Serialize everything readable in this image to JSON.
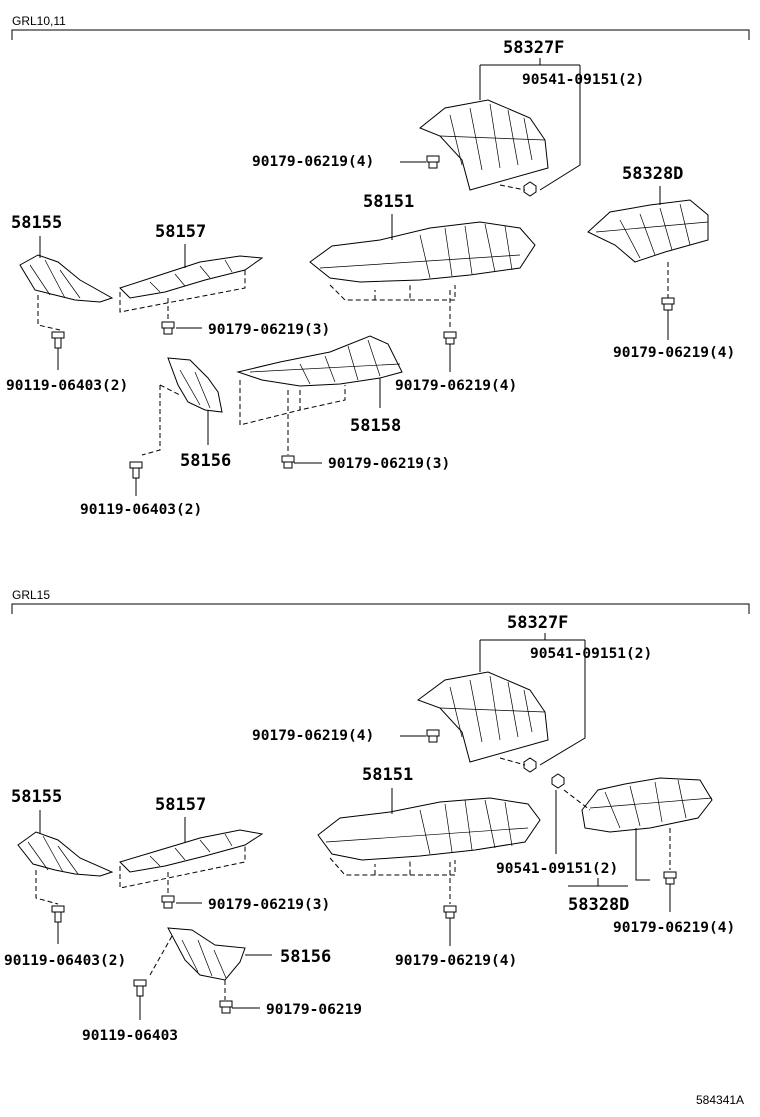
{
  "sections": [
    {
      "label": "GRL10,11",
      "parts": {
        "p58327f": "58327F",
        "p90541": "90541-09151(2)",
        "p90179_4a": "90179-06219(4)",
        "p58328d": "58328D",
        "p58151": "58151",
        "p58155": "58155",
        "p58157": "58157",
        "p90179_3a": "90179-06219(3)",
        "p90179_4b": "90179-06219(4)",
        "p90119_a": "90119-06403(2)",
        "p90179_4c": "90179-06219(4)",
        "p58158": "58158",
        "p58156": "58156",
        "p90179_3b": "90179-06219(3)",
        "p90119_b": "90119-06403(2)"
      }
    },
    {
      "label": "GRL15",
      "parts": {
        "p58327f": "58327F",
        "p90541": "90541-09151(2)",
        "p90179_4a": "90179-06219(4)",
        "p58151": "58151",
        "p58155": "58155",
        "p58157": "58157",
        "p90541_b": "90541-09151(2)",
        "p58328d": "58328D",
        "p90179_3a": "90179-06219(3)",
        "p90179_4c": "90179-06219(4)",
        "p90179_4b": "90179-06219(4)",
        "p90119_a": "90119-06403(2)",
        "p58156": "58156",
        "p90179_single": "90179-06219",
        "p90119_single": "90119-06403"
      }
    }
  ],
  "figure_code": "584341A"
}
